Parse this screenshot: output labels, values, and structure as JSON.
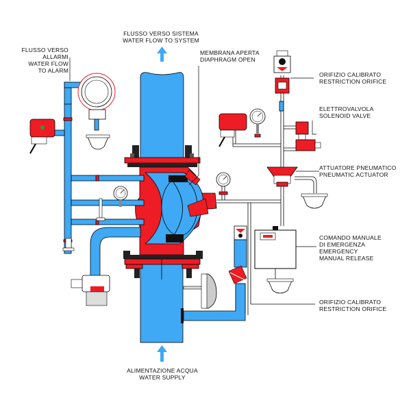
{
  "labels": {
    "water_flow_to_system": {
      "it": "FLUSSO VERSO SISTEMA",
      "en": "WATER FLOW TO SYSTEM"
    },
    "water_flow_to_alarm": {
      "it_1": "FLUSSO VERSO",
      "it_2": "ALLARMI",
      "en_1": "WATER FLOW",
      "en_2": "TO ALARM"
    },
    "diaphragm_open": {
      "it": "MEMBRANA APERTA",
      "en": "DIAPHRAGM OPEN"
    },
    "restriction_orifice_top": {
      "it": "ORIFIZIO CALIBRATO",
      "en": "RESTRICTION ORIFICE"
    },
    "solenoid_valve": {
      "it": "ELETTROVALVOLA",
      "en": "SOLENOID VALVE"
    },
    "pneumatic_actuator": {
      "it": "ATTUATORE PNEUMATICO",
      "en": "PNEUMATIC ACTUATOR"
    },
    "emergency_manual_release": {
      "it_1": "COMANDO MANUALE",
      "it_2": "DI EMERGENZA",
      "en_1": "EMERGENCY",
      "en_2": "MANUAL RELEASE"
    },
    "restriction_orifice_bottom": {
      "it": "ORIFIZIO CALIBRATO",
      "en": "RESTRICTION ORIFICE"
    },
    "water_supply": {
      "it": "ALIMENTAZIONE ACQUA",
      "en": "WATER SUPPLY"
    }
  },
  "colors": {
    "water": "#3fa9f5",
    "valve_red": "#ee1c24",
    "outline": "#000000",
    "device_fill": "#ffffff"
  }
}
